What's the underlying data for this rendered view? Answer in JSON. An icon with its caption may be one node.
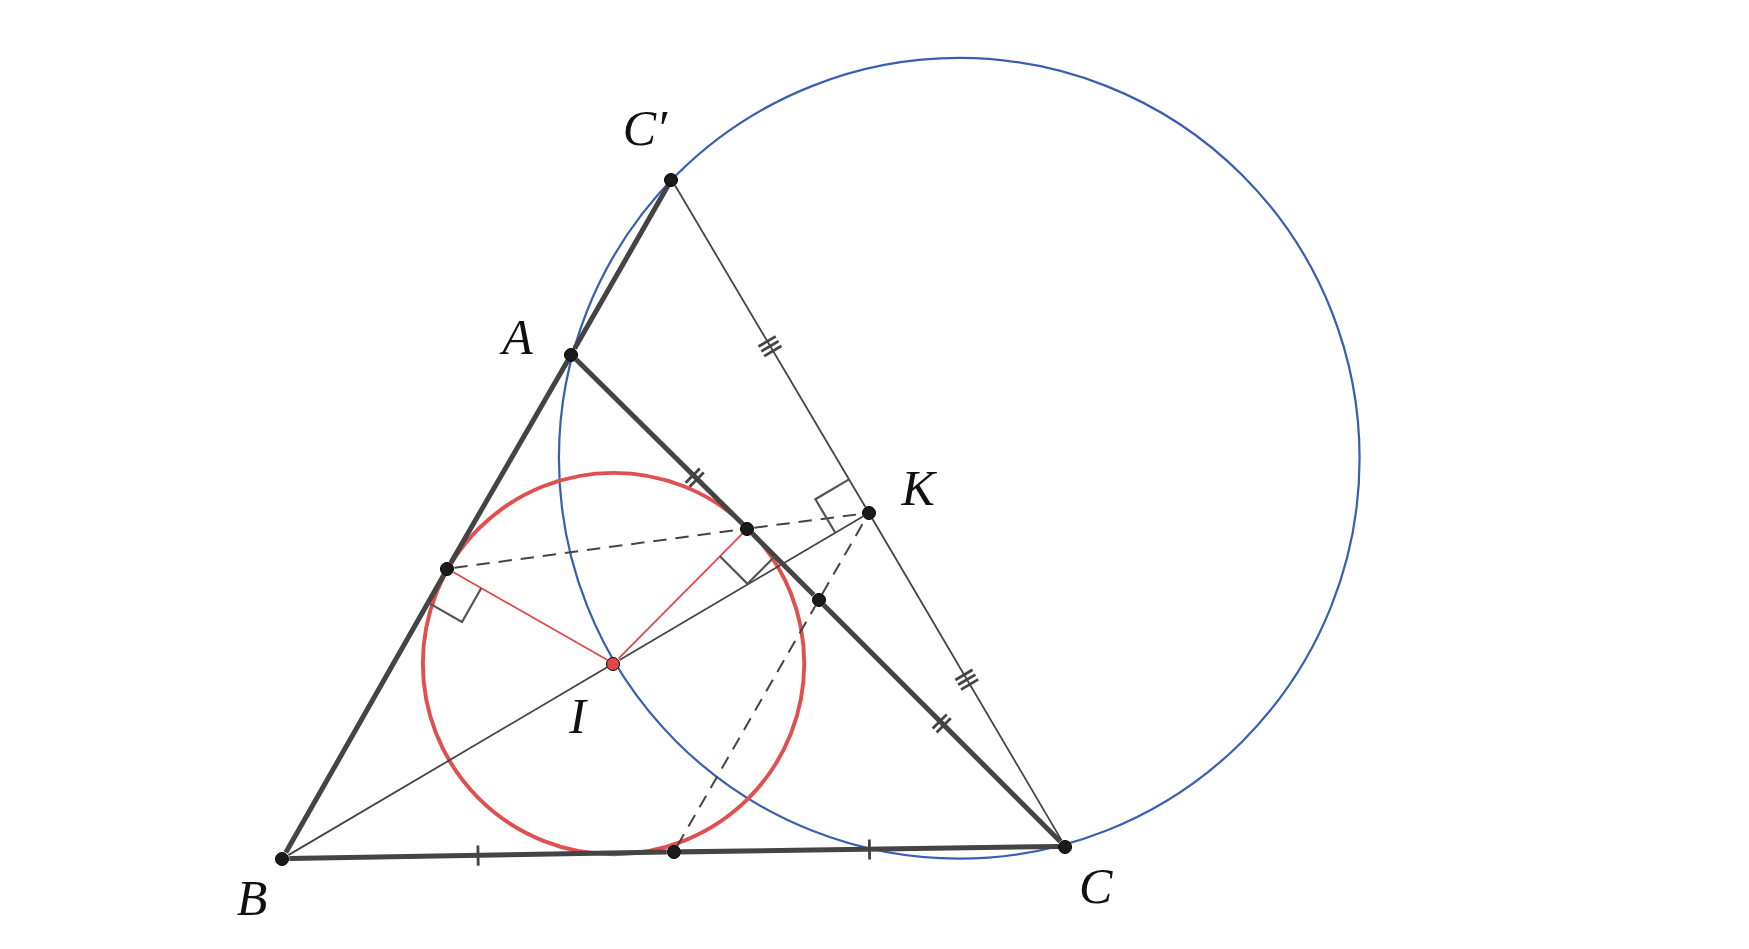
{
  "diagram": {
    "nodes": [
      {
        "text": [
          "C′"
        ]
      },
      {
        "text": [
          "A"
        ]
      },
      {
        "text": [
          "K"
        ]
      },
      {
        "text": [],
        "shape": "circle"
      },
      {
        "text": [],
        "shape": "circle"
      },
      {
        "text": [],
        "shape": "circle"
      },
      {
        "text": [
          "I"
        ]
      },
      {
        "text": [
          "B"
        ]
      },
      {
        "text": [],
        "shape": "circle"
      },
      {
        "text": [
          "C"
        ]
      }
    ],
    "edges": [
      {
        "from": 7,
        "to": 3,
        "arrow": "none",
        "style": "thick"
      },
      {
        "from": 3,
        "to": 1,
        "arrow": "none",
        "style": "thick"
      },
      {
        "from": 1,
        "to": 0,
        "arrow": "none",
        "style": "thick"
      },
      {
        "from": 1,
        "to": 4,
        "arrow": "none",
        "style": "thick"
      },
      {
        "from": 4,
        "to": 5,
        "arrow": "none",
        "style": "thick"
      },
      {
        "from": 5,
        "to": 9,
        "arrow": "none",
        "style": "thick"
      },
      {
        "from": 7,
        "to": 8,
        "arrow": "none",
        "style": "thick"
      },
      {
        "from": 8,
        "to": 9,
        "arrow": "none",
        "style": "thick"
      },
      {
        "from": 0,
        "to": 2,
        "arrow": "none"
      },
      {
        "from": 2,
        "to": 9,
        "arrow": "none"
      },
      {
        "from": 7,
        "to": 6,
        "arrow": "none"
      },
      {
        "from": 6,
        "to": 2,
        "arrow": "none"
      },
      {
        "from": 6,
        "to": 3,
        "arrow": "none",
        "color": "#e04848"
      },
      {
        "from": 6,
        "to": 4,
        "arrow": "none",
        "color": "#e04848"
      },
      {
        "from": 3,
        "to": 4,
        "arrow": "none",
        "style": "dashed"
      },
      {
        "from": 4,
        "to": 2,
        "arrow": "none",
        "style": "dashed"
      },
      {
        "from": 8,
        "to": 5,
        "arrow": "none",
        "style": "dashed"
      },
      {
        "from": 5,
        "to": 2,
        "arrow": "none",
        "style": "dashed"
      }
    ]
  }
}
